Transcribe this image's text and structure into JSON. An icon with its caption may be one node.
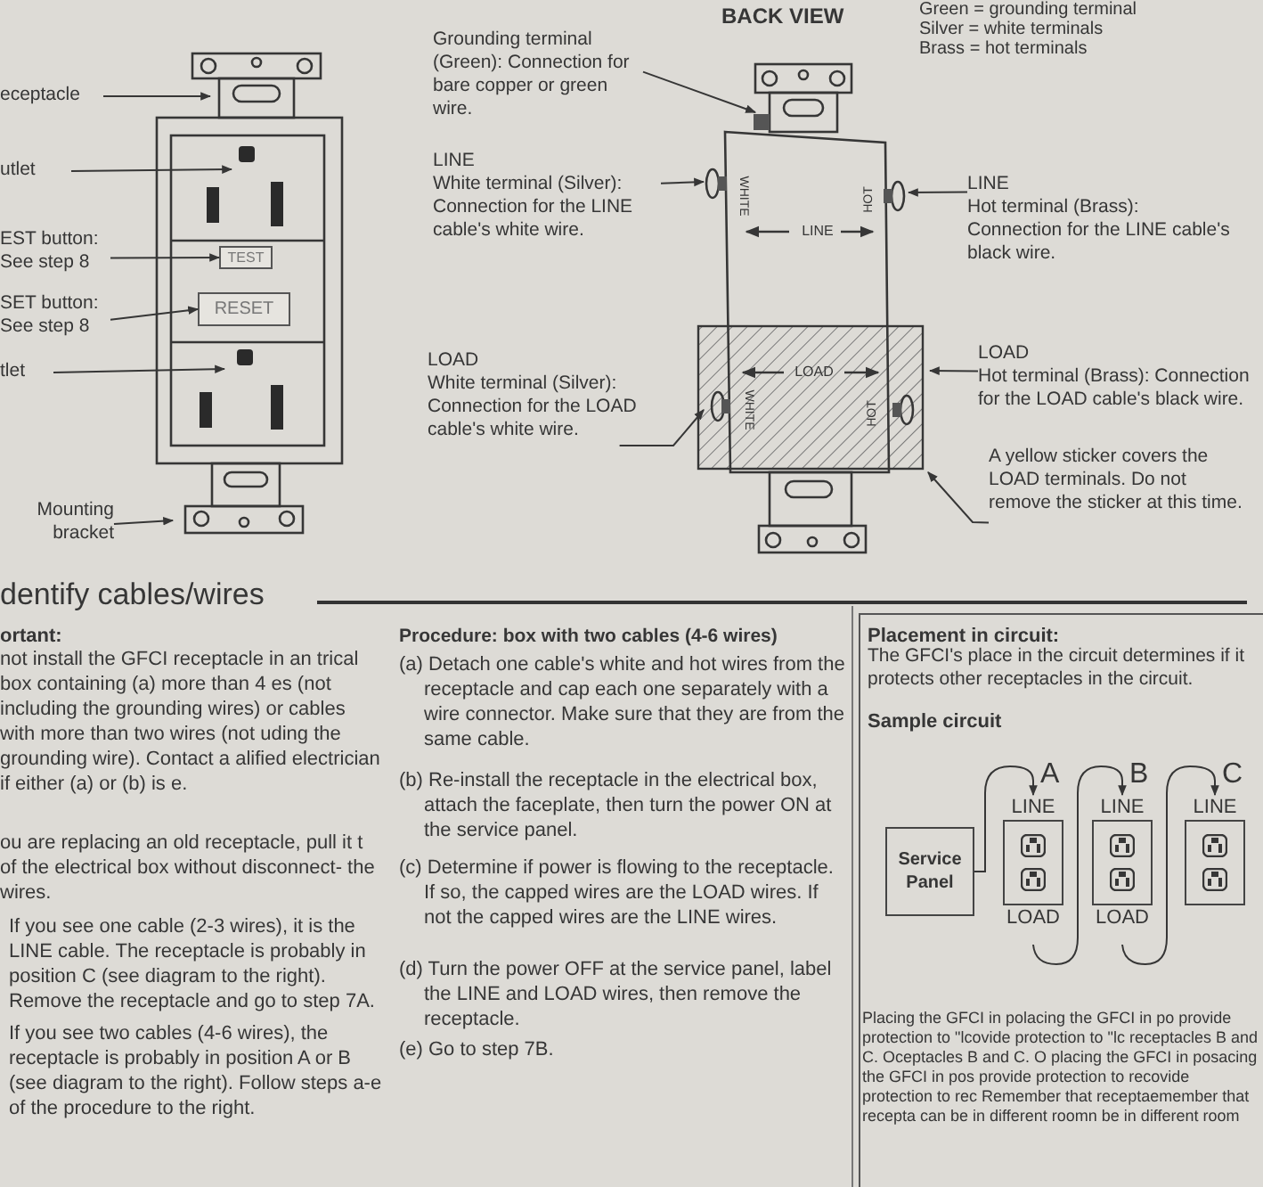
{
  "diagram": {
    "nodes": [
      {
        "text": [],
        "shape": "picture"
      },
      {
        "text": [
          "eceptacle"
        ]
      },
      {
        "text": [
          "utlet"
        ]
      },
      {
        "text": [
          "EST button: See step 8"
        ]
      },
      {
        "text": [
          "SET button: See step 8"
        ]
      },
      {
        "text": [
          "tlet"
        ]
      },
      {
        "text": [
          "Mounting bracket"
        ]
      },
      {
        "text": [
          "TEST"
        ],
        "in": 0
      },
      {
        "text": [
          "RESET"
        ],
        "in": 0
      },
      {
        "text": [],
        "shape": "picture"
      },
      {
        "text": [
          "Grounding terminal (Green): Connection for bare copper or green wire."
        ]
      },
      {
        "text": [
          "LINE",
          "White terminal (Silver): Connection for the LINE cable's white wire."
        ]
      },
      {
        "text": [
          "LINE",
          "Hot terminal (Brass): Connection for the LINE cable's black wire."
        ]
      },
      {
        "text": [
          "LOAD",
          "White terminal (Silver): Connection for the LOAD cable's white wire."
        ]
      },
      {
        "text": [
          "LOAD",
          "Hot terminal (Brass): Connection for the LOAD cable's black wire."
        ]
      },
      {
        "text": [
          "A yellow sticker covers the LOAD terminals. Do not remove the sticker at this time."
        ]
      },
      {
        "text": [
          "Service Panel"
        ]
      },
      {
        "text": [
          "A",
          "LINE",
          "LOAD"
        ]
      },
      {
        "text": [
          "B",
          "LINE",
          "LOAD"
        ]
      },
      {
        "text": [
          "C",
          "LINE"
        ]
      }
    ],
    "edges": [
      {
        "from": 1,
        "to": 0,
        "arrow": "to"
      },
      {
        "from": 2,
        "to": 0,
        "arrow": "to"
      },
      {
        "from": 3,
        "to": 7,
        "arrow": "to"
      },
      {
        "from": 4,
        "to": 8,
        "arrow": "to"
      },
      {
        "from": 5,
        "to": 0,
        "arrow": "to"
      },
      {
        "from": 6,
        "to": 0,
        "arrow": "to"
      },
      {
        "from": 10,
        "to": 9,
        "arrow": "to"
      },
      {
        "from": 11,
        "to": 9,
        "arrow": "to"
      },
      {
        "from": 12,
        "to": 9,
        "arrow": "to"
      },
      {
        "from": 13,
        "to": 9,
        "arrow": "to"
      },
      {
        "from": 14,
        "to": 9,
        "arrow": "to"
      },
      {
        "from": 15,
        "to": 9,
        "arrow": "to"
      },
      {
        "from": 16,
        "to": 17,
        "arrow": "to"
      },
      {
        "from": 17,
        "to": 18,
        "arrow": "to"
      },
      {
        "from": 18,
        "to": 19,
        "arrow": "to"
      }
    ],
    "labels": [
      "BACK VIEW",
      "Green = grounding terminal",
      "Silver = white terminals",
      "Brass = hot terminals",
      "WHITE",
      "HOT",
      "LINE",
      "LOAD",
      "WHITE",
      "HOT",
      "dentify cables/wires",
      "ortant:",
      "not install the GFCI receptacle in an trical box containing (a) more than 4 es (not including the grounding wires) or cables with more than two wires (not uding the grounding wire). Contact a alified electrician if either (a) or (b) is e.",
      "ou are replacing an old receptacle, pull it t of the electrical box without disconnect- the wires.",
      "If you see one cable (2-3 wires), it is the LINE cable. The receptacle is probably in position C (see diagram to the right). Remove the receptacle and go to step 7A.",
      "If you see two cables (4-6 wires), the receptacle is probably in position A or B (see diagram to the right). Follow steps a-e of the procedure to the right.",
      "Procedure: box with two cables (4-6 wires)",
      "(a) Detach one cable's white and hot wires from the receptacle and cap each one separately with a wire connector. Make sure that they are from the same cable.",
      "(b) Re-install the receptacle in the electrical box, attach the faceplate, then turn the power ON at the service panel.",
      "(c) Determine if power is flowing to the receptacle. If so, the capped wires are the LOAD wires. If not the capped wires are the LINE wires.",
      "(d) Turn the power OFF at the service panel, label the LINE and LOAD wires, then remove the receptacle.",
      "(e) Go to step 7B.",
      "Placement in circuit:",
      "The GFCI's place in the circuit determines if it protects other receptacles in the circuit.",
      "Sample circuit",
      "Placing the GFCI in polacing the GFCI in po provide protection to \"lcovide protection to \"lc receptacles B and C. Oceptacles B and C. O placing the GFCI in posacing the GFCI in pos provide protection to recovide protection to rec Remember that receptaemember that recepta can be in different roomn be in different room"
    ]
  }
}
